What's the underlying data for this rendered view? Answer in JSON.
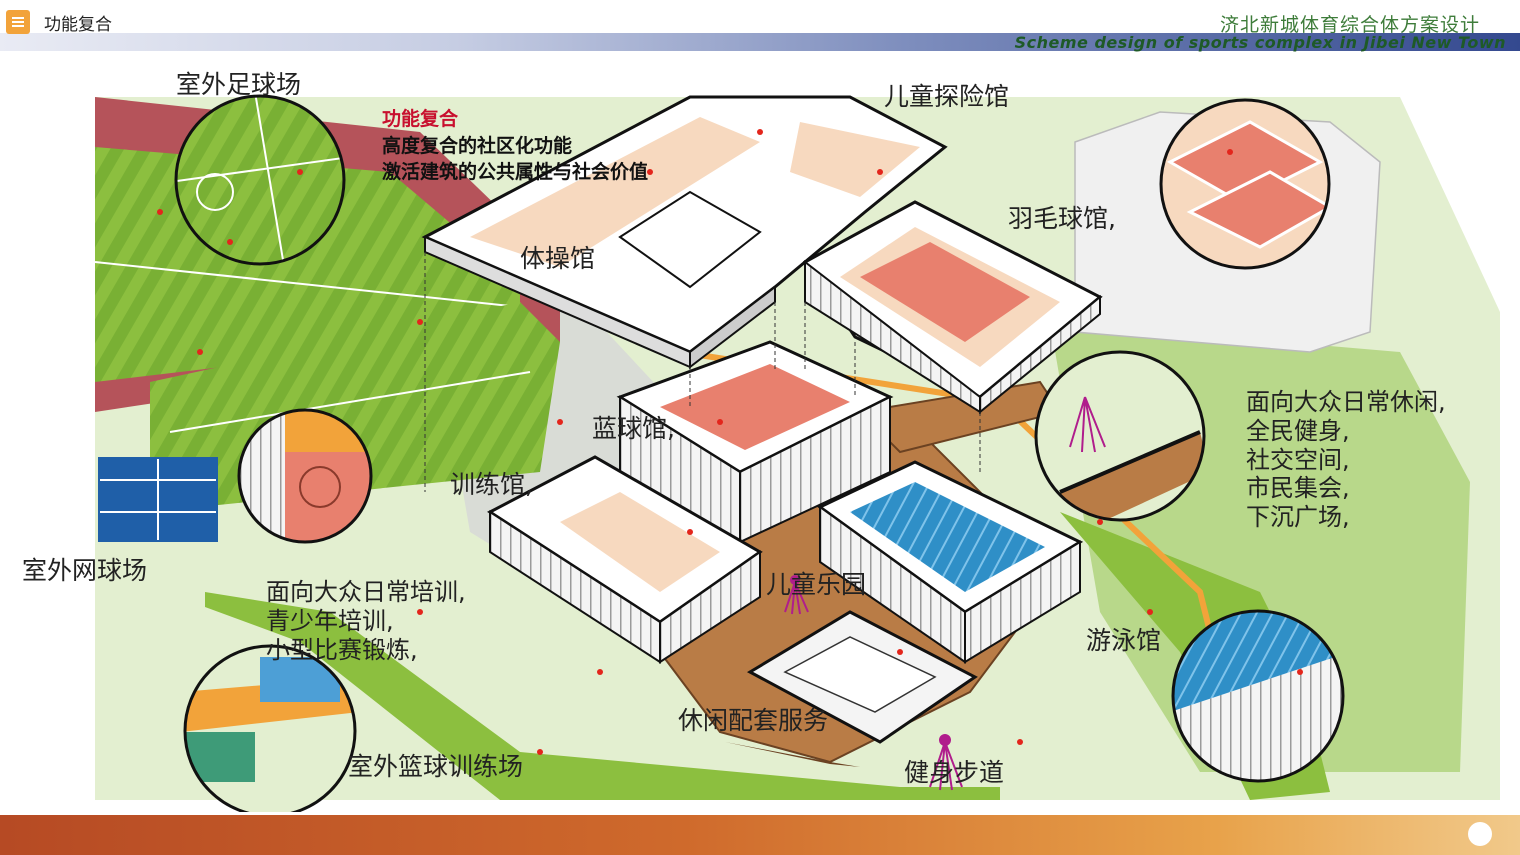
{
  "header": {
    "title": "功能复合",
    "title_cn": "济北新城体育综合体方案设计",
    "title_en": "Scheme design of sports complex in Jibei New Town"
  },
  "intro": {
    "heading": "功能复合",
    "line1": "高度复合的社区化功能",
    "line2": "激活建筑的公共属性与社会价值"
  },
  "labels": {
    "outdoor_football": "室外足球场",
    "children_adventure": "儿童探险馆",
    "gymnastics": "体操馆",
    "badminton": "羽毛球馆,",
    "basketball": "蓝球馆,",
    "training": "训练馆,",
    "outdoor_tennis": "室外网球场",
    "children_park": "儿童乐园",
    "swimming": "游泳馆",
    "leisure_service": "休闲配套服务",
    "fitness_trail": "健身步道",
    "outdoor_basketball": "室外篮球训练场"
  },
  "training_desc": [
    "面向大众日常培训,",
    "青少年培训,",
    "小型比赛锻炼,"
  ],
  "public_desc": [
    "面向大众日常休闲,",
    "全民健身,",
    "社交空间,",
    "市民集会,",
    "下沉广场,"
  ],
  "colors": {
    "grass": "#8cbf3f",
    "grass_light": "#e3efd0",
    "track": "#b5535a",
    "court": "#e8806e",
    "pool": "#2f8fc7",
    "wood": "#b97c46",
    "accent_red": "#c8102e",
    "header_green": "#3e7c3a"
  }
}
